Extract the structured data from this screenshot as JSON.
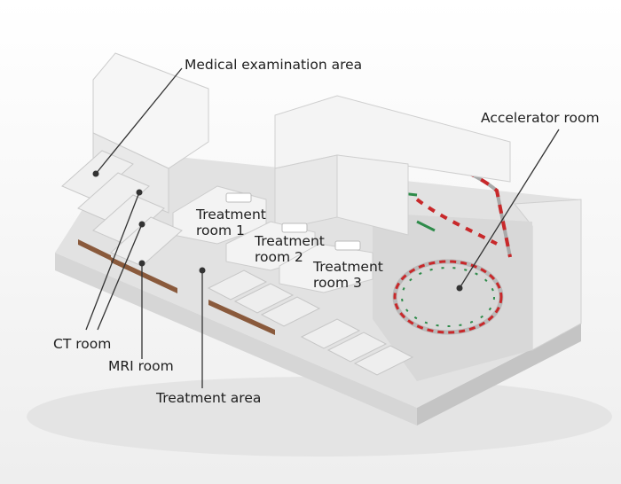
{
  "labels": {
    "medical_exam": "Medical examination area",
    "accelerator": "Accelerator room",
    "treatment_room_1": "Treatment\nroom 1",
    "treatment_room_2": "Treatment\nroom 2",
    "treatment_room_3": "Treatment\nroom 3",
    "ct_room": "CT room",
    "mri_room": "MRI room",
    "treatment_area": "Treatment area"
  },
  "colors": {
    "wall": "#f2f2f2",
    "floor": "#dcdcdc",
    "shadow": "#bdbdbd",
    "wood": "#8a5a3c",
    "magnet_red": "#c8282a",
    "magnet_green": "#2e8b4a",
    "leader": "#333333"
  }
}
